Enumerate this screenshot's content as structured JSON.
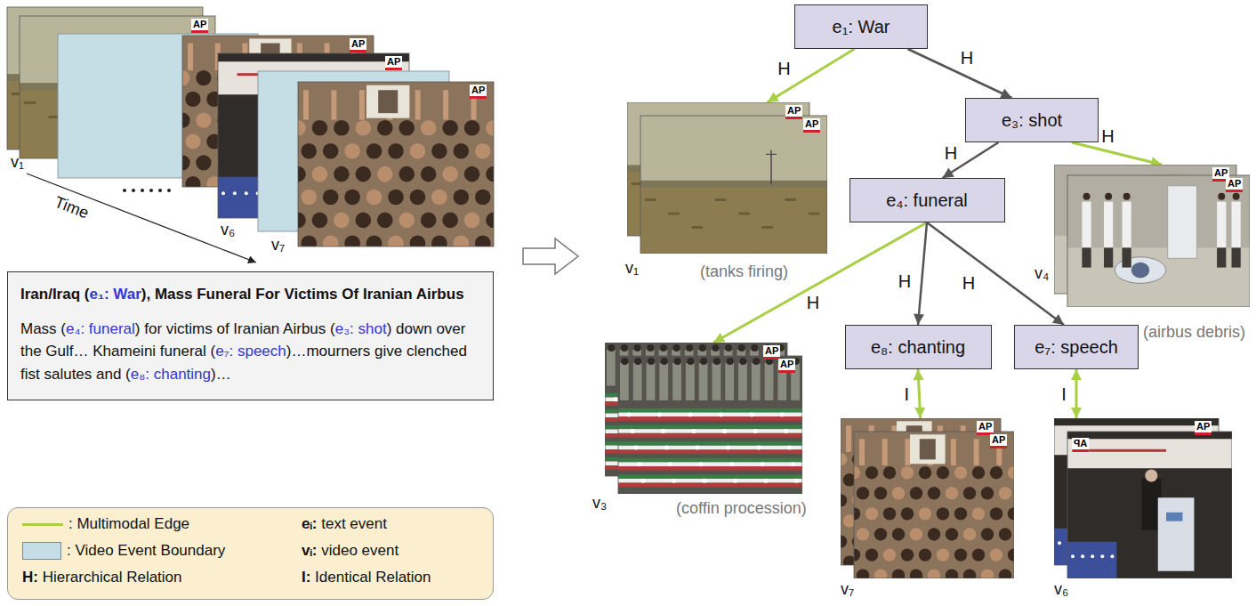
{
  "diagram": {
    "nodes": [
      {
        "text": [
          "Iran/Iraq (e₁: War), Mass Funeral For Victims Of Iranian Airbus",
          "Mass (e₄: funeral) for victims of Iranian Airbus (e₃: shot) down over the Gulf… Khameini funeral (e₇: speech)…mourners give clenched fist salutes and (e₈: chanting)…"
        ]
      },
      {
        "text": [
          "e₁: War"
        ]
      },
      {
        "text": [
          "v₁",
          "(tanks firing)"
        ]
      },
      {
        "text": [
          "e₃: shot"
        ]
      },
      {
        "text": [
          "v₄",
          "(airbus debris)"
        ]
      },
      {
        "text": [
          "e₄: funeral"
        ]
      },
      {
        "text": [
          "v₃",
          "(coffin procession)"
        ]
      },
      {
        "text": [
          "e₈: chanting"
        ]
      },
      {
        "text": [
          "e₇: speech"
        ]
      },
      {
        "text": [
          "v₇"
        ]
      },
      {
        "text": [
          "v₆"
        ]
      }
    ],
    "edges": [
      {
        "from": 1,
        "to": 2,
        "label": "H",
        "arrow": "to"
      },
      {
        "from": 1,
        "to": 3,
        "label": "H",
        "arrow": "to"
      },
      {
        "from": 3,
        "to": 5,
        "label": "H",
        "arrow": "to"
      },
      {
        "from": 3,
        "to": 4,
        "label": "H",
        "arrow": "to"
      },
      {
        "from": 5,
        "to": 6,
        "label": "H",
        "arrow": "to"
      },
      {
        "from": 5,
        "to": 7,
        "label": "H",
        "arrow": "to"
      },
      {
        "from": 5,
        "to": 8,
        "label": "H",
        "arrow": "to"
      },
      {
        "from": 7,
        "to": 9,
        "label": "I",
        "arrow": "both"
      },
      {
        "from": 8,
        "to": 10,
        "label": "I",
        "arrow": "both"
      }
    ],
    "labels": [
      "AP",
      "AP",
      "AP",
      "AP",
      "v₁",
      "v₆",
      "v₇",
      "Time",
      "AP",
      "AP",
      "AP",
      "AP",
      "AP",
      "AP",
      "AP",
      "AP",
      "AP",
      "AP"
    ],
    "legend": [
      {
        "text": ": Multimodal Edge"
      },
      {
        "text": "eᵢ: text event"
      },
      {
        "text": ": Video Event Boundary",
        "color": "#c5dde4"
      },
      {
        "text": "vᵢ: video event"
      },
      {
        "text": "H: Hierarchical Relation"
      },
      {
        "text": "I: Identical Relation"
      }
    ]
  }
}
